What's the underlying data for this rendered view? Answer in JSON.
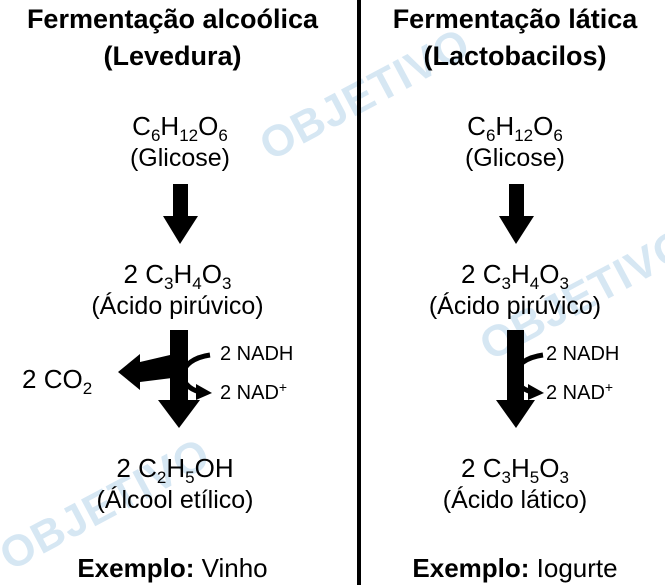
{
  "left": {
    "title_line1": "Fermentação alcoólica",
    "title_line2": "(Levedura)",
    "glucose_name": "(Glicose)",
    "pyruvic_coef": "2",
    "pyruvic_name": "(Ácido pirúvico)",
    "co2_coef": "2",
    "nadh": "2 NADH",
    "nad": "2 NAD",
    "nad_sup": "+",
    "product_coef": "2",
    "product_name": "(Álcool etílico)",
    "example_label": "Exemplo:",
    "example_value": "Vinho"
  },
  "right": {
    "title_line1": "Fermentação lática",
    "title_line2": "(Lactobacilos)",
    "glucose_name": "(Glicose)",
    "pyruvic_coef": "2",
    "pyruvic_name": "(Ácido pirúvico)",
    "nadh": "2 NADH",
    "nad": "2 NAD",
    "nad_sup": "+",
    "product_coef": "2",
    "product_name": "(Ácido lático)",
    "example_label": "Exemplo:",
    "example_value": "Iogurte"
  },
  "watermark": "OBJETIVO",
  "colors": {
    "watermark": "#c9dff0",
    "ink": "#000000"
  }
}
